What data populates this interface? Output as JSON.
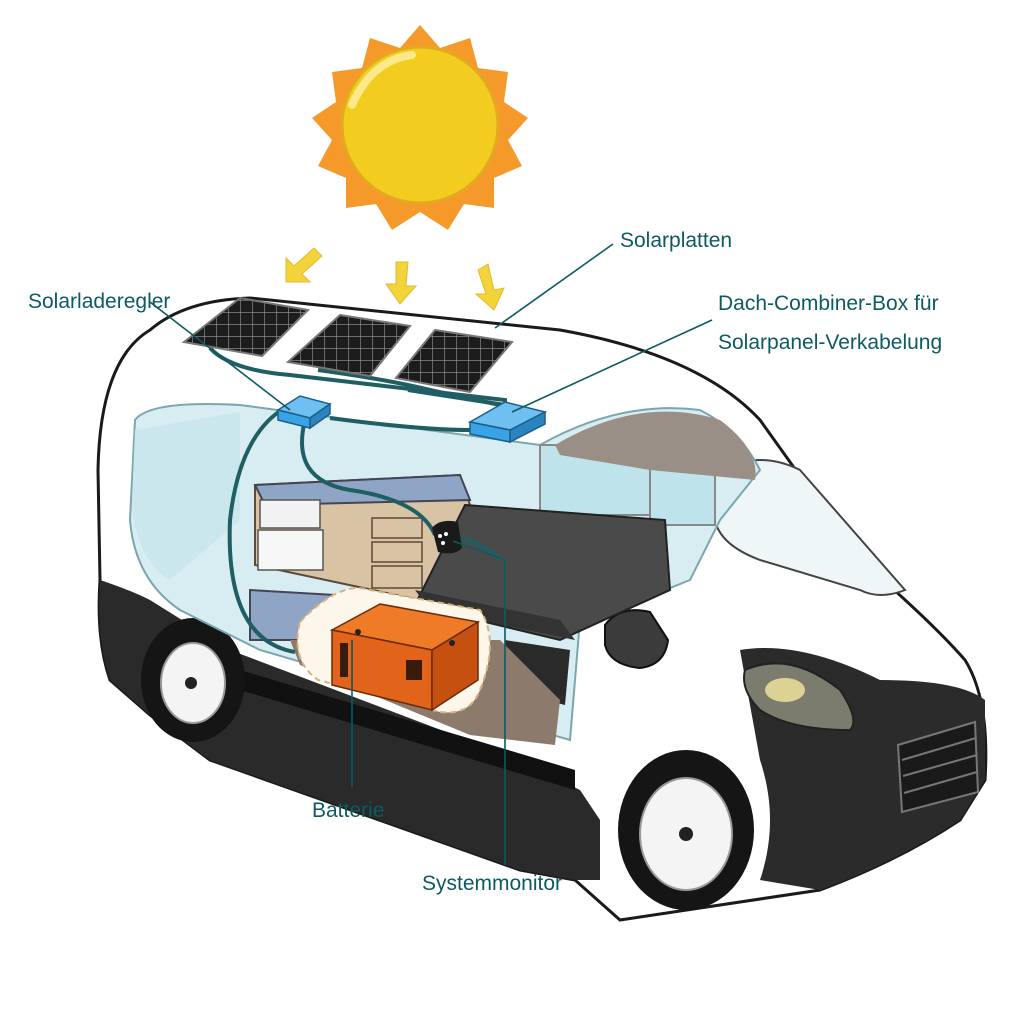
{
  "labels": {
    "solar_panels": "Solarplatten",
    "charge_controller": "Solarladeregler",
    "combiner_box_line1": "Dach-Combiner-Box für",
    "combiner_box_line2": "Solarpanel-Verkabelung",
    "battery": "Batterie",
    "system_monitor": "Systemmonitor"
  },
  "colors": {
    "label_text": "#0d5a63",
    "leader_line": "#0d5a63",
    "cable": "#1f5f63",
    "sun_core": "#f2cc1e",
    "sun_rays": "#f59a2a",
    "sun_arrows": "#f1d43a",
    "device_blue": "#3aa3e6",
    "battery_orange": "#e2631a",
    "van_body": "#ffffff",
    "van_outline": "#1a1a1a",
    "glass": "#c9e6ec",
    "cabinet": "#d8c3a5",
    "bench": "#4a4a4a"
  },
  "icons": {
    "sun": "sun-icon",
    "arrows": "sunlight-arrow-icon",
    "panels": "solar-panel-icon",
    "controller": "charge-controller-icon",
    "combiner": "combiner-box-icon",
    "battery": "battery-icon",
    "monitor": "system-monitor-icon",
    "van": "camper-van-icon"
  }
}
